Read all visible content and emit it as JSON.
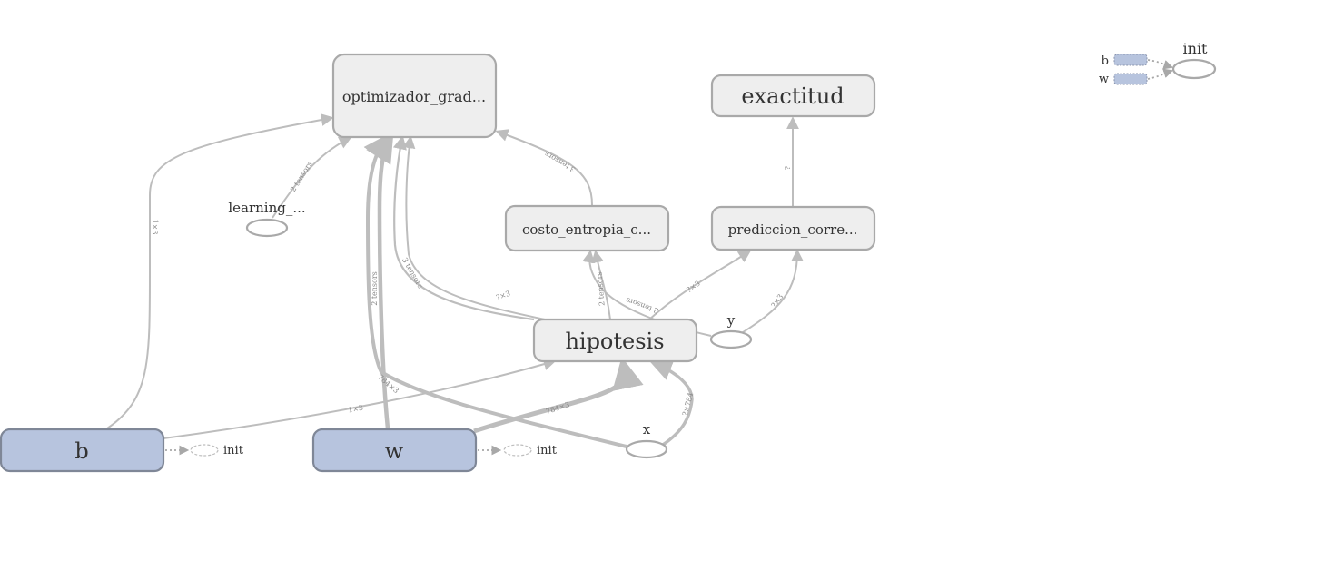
{
  "nodes": {
    "optimizador": "optimizador_grad...",
    "exactitud": "exactitud",
    "costo": "costo_entropia_c...",
    "prediccion": "prediccion_corre...",
    "hipotesis": "hipotesis",
    "learning": "learning_...",
    "y": "y",
    "x": "x",
    "b": "b",
    "w": "w",
    "b_init": "init",
    "w_init": "init"
  },
  "edge_labels": {
    "b_to_opt": "1×3",
    "learning_to_opt": "2 tensors",
    "w_to_opt": "2 tensors",
    "hip_to_opt_a": "3 tensors",
    "hip_to_opt_b": "?×3",
    "costo_to_opt": "3 tensors",
    "hip_to_costo": "2 tensors",
    "y_to_costo": "2 tensors",
    "hip_to_pred": "?×3",
    "y_to_pred": "?×3",
    "pred_to_exact": "?",
    "b_to_hip": "1×3",
    "w_to_hip": "784×3",
    "x_to_hip": "?×784",
    "w_to_opt_b": "784×3"
  },
  "legend": {
    "b": "b",
    "w": "w",
    "init": "init"
  },
  "colors": {
    "op_fill": "#eeeeee",
    "var_fill": "#b7c4de",
    "edge": "#bdbdbd"
  }
}
